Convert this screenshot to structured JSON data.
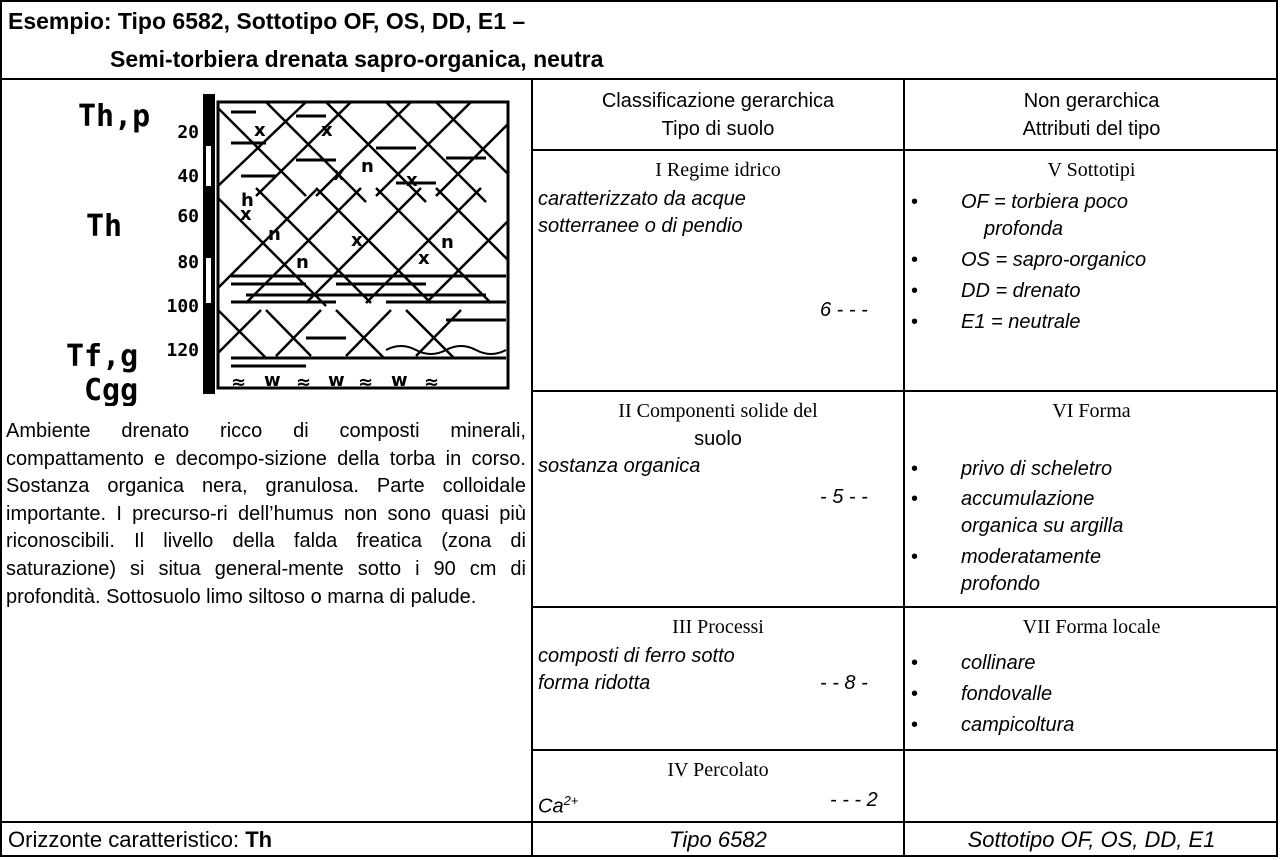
{
  "title": {
    "line1": "Esempio: Tipo 6582, Sottotipo OF, OS, DD, E1 –",
    "line2": "Semi-torbiera drenata sapro-organica, neutra"
  },
  "profile": {
    "labels": [
      "Th,p",
      "Th",
      "Tf,g",
      "Cgg"
    ],
    "depths": [
      "20",
      "40",
      "60",
      "80",
      "100",
      "120"
    ],
    "symbols": [
      "x",
      "n",
      "w",
      "≈"
    ]
  },
  "description": "Ambiente drenato ricco di composti minerali, compattamento e decompo-sizione della torba in corso. Sostanza organica nera, granulosa. Parte colloidale importante. I precurso-ri dell’humus non sono quasi più riconoscibili. Il livello della falda freatica (zona di saturazione) si situa general-mente sotto i 90 cm di profondità. Sottosuolo limo siltoso o marna di palude.",
  "headers": {
    "col2_line1": "Classificazione gerarchica",
    "col2_line2": "Tipo di suolo",
    "col3_line1": "Non gerarchica",
    "col3_line2": "Attributi del tipo"
  },
  "rows": {
    "r1": {
      "title": "I Regime idrico",
      "text_l1": "caratterizzato da acque",
      "text_l2": "sotterranee o di pendio",
      "code": "6 - - -",
      "right_title": "V Sottotipi",
      "bullets": [
        "OF = torbiera poco",
        "profonda",
        "OS = sapro-organico",
        "DD = drenato",
        "E1 = neutrale"
      ]
    },
    "r2": {
      "title_l1": "II Componenti solide del",
      "title_l2": "suolo",
      "text": "sostanza organica",
      "code": "- 5 - -",
      "right_title": "VI Forma",
      "bullets": [
        "privo di scheletro",
        "accumulazione",
        "organica su argilla",
        "moderatamente",
        "profondo"
      ]
    },
    "r3": {
      "title": "III Processi",
      "text_l1": "composti di ferro sotto",
      "text_l2": "forma ridotta",
      "code": "- - 8 -",
      "right_title": "VII Forma locale",
      "bullets": [
        "collinare",
        "fondovalle",
        "campicoltura"
      ]
    },
    "r4": {
      "title": "IV Percolato",
      "text": "Ca",
      "sup": "2+",
      "code": "- - - 2"
    }
  },
  "footer": {
    "label": "Orizzonte caratteristico: ",
    "horizon": "Th",
    "type": "Tipo 6582",
    "subtype": "Sottotipo OF, OS, DD, E1"
  }
}
